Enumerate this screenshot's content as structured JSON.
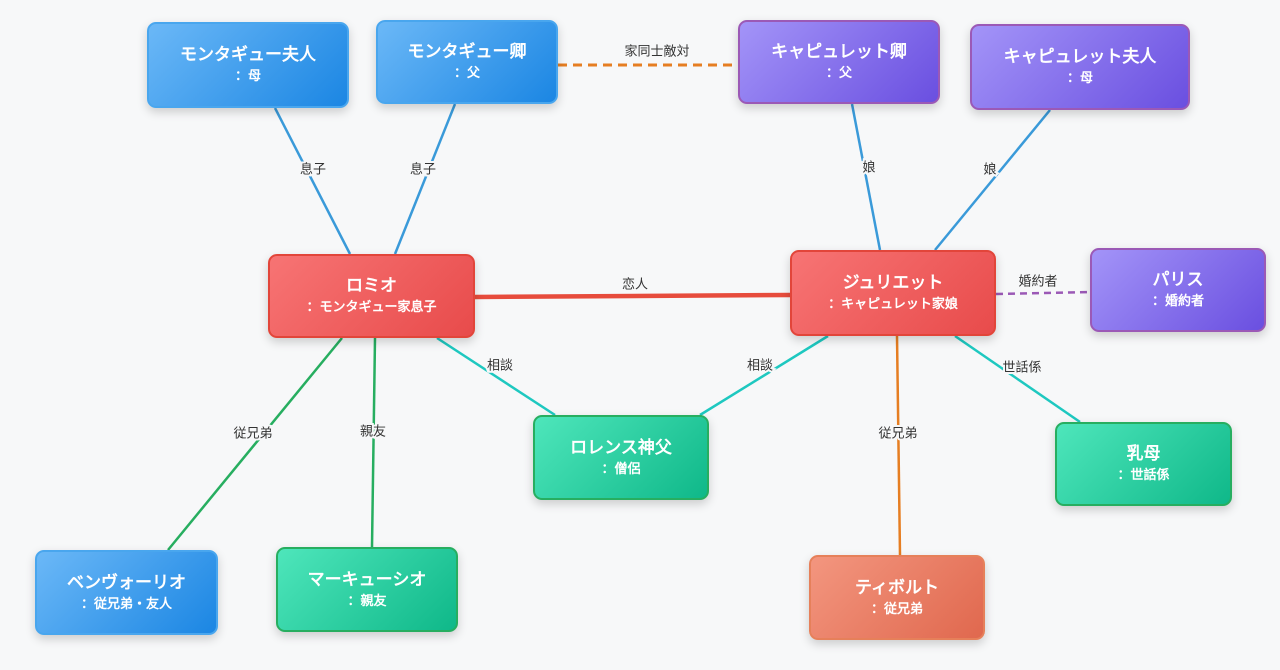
{
  "colors": {
    "family_montague": "#1e88e5",
    "family_capulet": "#6c4fe0",
    "main": "#e84c4c",
    "ally": "#10b98a",
    "tybalt": "#e06a50",
    "edge_parent": "#3a9ad9",
    "edge_love": "#e74c3c",
    "edge_feud": "#e67e22",
    "edge_engaged": "#9b59b6",
    "edge_consult": "#1ec8c0",
    "edge_friend": "#27ae60"
  },
  "nodes": {
    "montague_lady": {
      "name": "モンタギュー夫人",
      "role": "：母"
    },
    "montague_lord": {
      "name": "モンタギュー卿",
      "role": "：父"
    },
    "capulet_lord": {
      "name": "キャピュレット卿",
      "role": "：父"
    },
    "capulet_lady": {
      "name": "キャピュレット夫人",
      "role": "：母"
    },
    "romeo": {
      "name": "ロミオ",
      "role": "：モンタギュー家息子"
    },
    "juliet": {
      "name": "ジュリエット",
      "role": "：キャピュレット家娘"
    },
    "paris": {
      "name": "パリス",
      "role": "：婚約者"
    },
    "laurence": {
      "name": "ロレンス神父",
      "role": "：僧侶"
    },
    "nurse": {
      "name": "乳母",
      "role": "：世話係"
    },
    "benvolio": {
      "name": "ベンヴォーリオ",
      "role": "：従兄弟・友人"
    },
    "mercutio": {
      "name": "マーキューシオ",
      "role": "：親友"
    },
    "tybalt": {
      "name": "ティボルト",
      "role": "：従兄弟"
    }
  },
  "edges": {
    "feud": "家同士敵対",
    "lady_romeo": "息子",
    "lord_romeo": "息子",
    "caplord_juliet": "娘",
    "caplady_juliet": "娘",
    "lovers": "恋人",
    "engaged": "婚約者",
    "romeo_laurence": "相談",
    "juliet_laurence": "相談",
    "juliet_nurse": "世話係",
    "juliet_tybalt": "従兄弟",
    "romeo_benvolio": "従兄弟",
    "romeo_mercutio": "親友"
  }
}
